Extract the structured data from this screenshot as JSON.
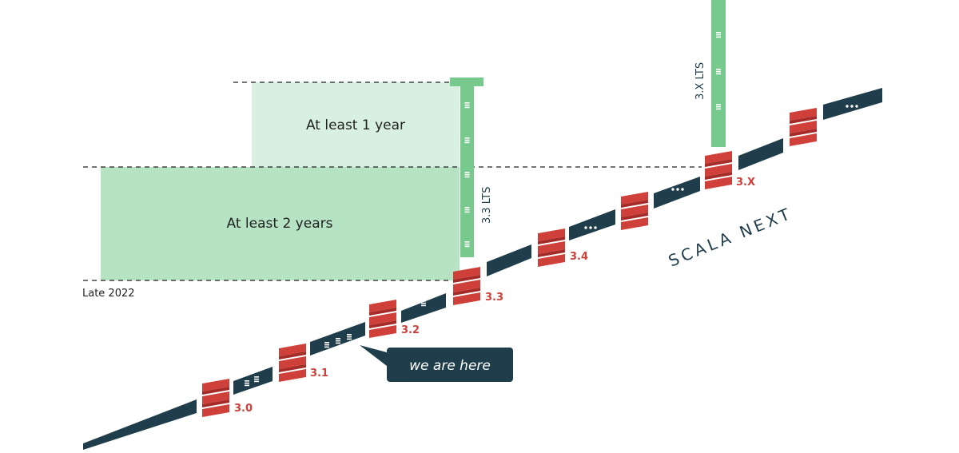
{
  "labels": {
    "at_least_1_year": "At least 1 year",
    "at_least_2_years": "At least 2 years",
    "late_2022": "Late 2022",
    "lts_33": "3.3 LTS",
    "lts_3x": "3.X LTS",
    "scala_next": "SCALA NEXT",
    "we_are_here": "we are here"
  },
  "versions": [
    "3.0",
    "3.1",
    "3.2",
    "3.3",
    "3.4",
    "3.X"
  ],
  "colors": {
    "track": "#1f3d4a",
    "lts_bar": "#78c98d",
    "box_light": "#d8f0e0",
    "box_mid": "#b6e3c4",
    "scala_red": "#d0403a",
    "scala_dark": "#a52b28",
    "callout": "#1f3d4a",
    "text_dark": "#222222"
  },
  "icons": {
    "logo": "scala-logo-icon",
    "ellipsis": "ellipsis-icon",
    "patch": "patch-lines-icon"
  }
}
